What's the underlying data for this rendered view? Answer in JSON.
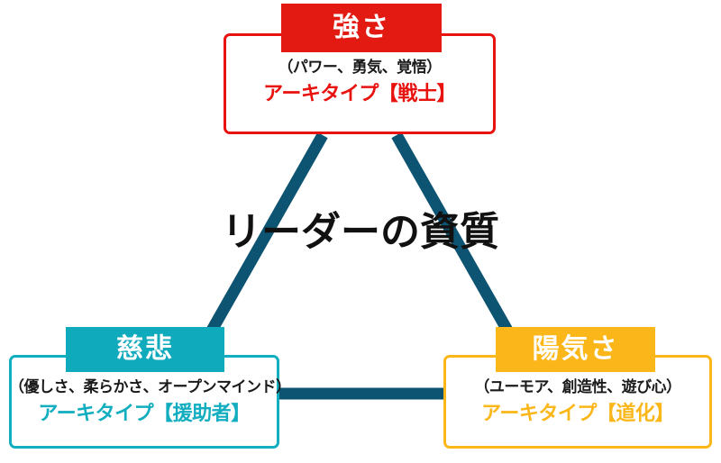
{
  "diagram": {
    "center_title": "リーダーの資質",
    "connector_color": "#0d5472",
    "background": "#ffffff",
    "nodes": [
      {
        "id": "strength",
        "header": "強さ",
        "traits": "（パワー、勇気、覚悟）",
        "archetype": "アーキタイプ【戦士】",
        "color": "#e8120f",
        "position": "top"
      },
      {
        "id": "compassion",
        "header": "慈悲",
        "traits": "（優しさ、柔らかさ、オープンマインド）",
        "archetype": "アーキタイプ【援助者】",
        "color": "#12adbf",
        "position": "bottom-left"
      },
      {
        "id": "cheerfulness",
        "header": "陽気さ",
        "traits": "（ユーモア、創造性、遊び心）",
        "archetype": "アーキタイプ【道化】",
        "color": "#fbb71a",
        "position": "bottom-right"
      }
    ]
  }
}
